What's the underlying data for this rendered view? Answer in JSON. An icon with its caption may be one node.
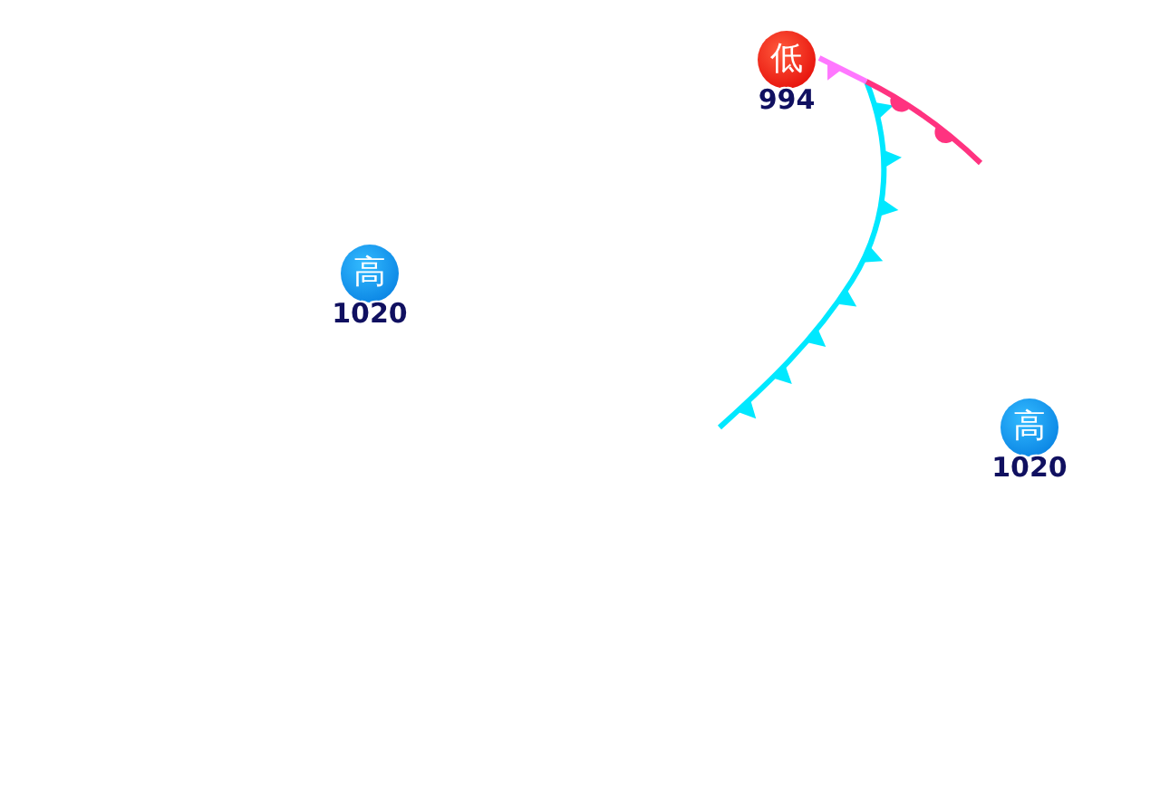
{
  "diagram": {
    "nodes": [
      {
        "text": [
          "低"
        ],
        "beside": [
          "994"
        ]
      },
      {
        "text": [
          "高"
        ],
        "beside": [
          "1020"
        ]
      },
      {
        "text": [
          "高"
        ],
        "beside": [
          "1020"
        ]
      }
    ]
  }
}
